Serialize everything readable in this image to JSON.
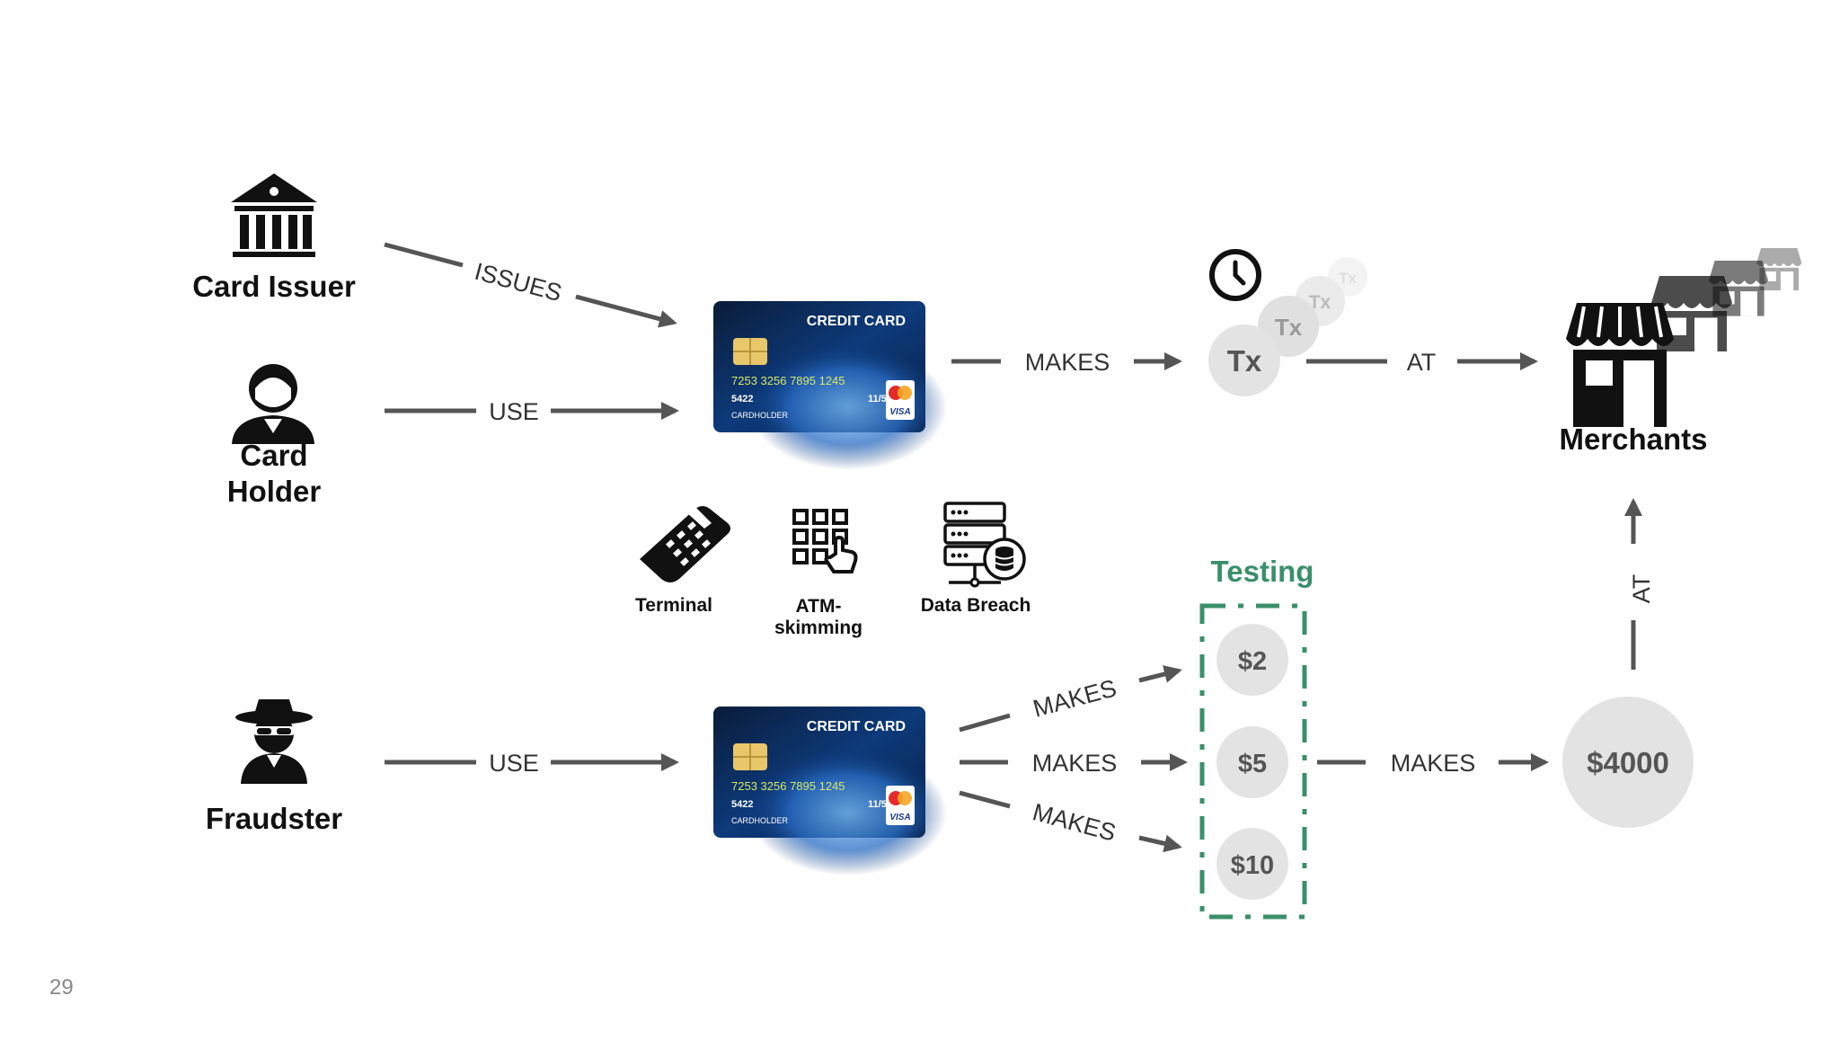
{
  "slide_number": "29",
  "actors": {
    "card_issuer": "Card Issuer",
    "card_holder_line1": "Card",
    "card_holder_line2": "Holder",
    "fraudster": "Fraudster",
    "merchants": "Merchants"
  },
  "edge_labels": {
    "issues": "ISSUES",
    "use_top": "USE",
    "use_bottom": "USE",
    "makes_top": "MAKES",
    "at_top": "AT",
    "makes_1": "MAKES",
    "makes_2": "MAKES",
    "makes_3": "MAKES",
    "makes_final": "MAKES",
    "at_vertical": "AT"
  },
  "card": {
    "title": "CREDIT CARD",
    "number": "7253 3256 7895 1245",
    "code": "5422",
    "holder": "CARDHOLDER",
    "expiry": "11/50",
    "brand": "VISA"
  },
  "transactions": {
    "main": "Tx",
    "ghost1": "Tx",
    "ghost2": "Tx"
  },
  "attack_vectors": {
    "terminal": "Terminal",
    "atm_line1": "ATM-",
    "atm_line2": "skimming",
    "breach": "Data Breach"
  },
  "testing": {
    "title": "Testing",
    "amounts": [
      "$2",
      "$5",
      "$10"
    ],
    "final_amount": "$4000"
  },
  "colors": {
    "testing_green": "#3a8f6a",
    "arrow_gray": "#555555",
    "circle_gray": "#e6e6e6"
  },
  "icons": [
    "bank-icon",
    "person-icon",
    "spy-icon",
    "clock-icon",
    "store-icon",
    "terminal-icon",
    "keypad-icon",
    "server-database-icon"
  ]
}
